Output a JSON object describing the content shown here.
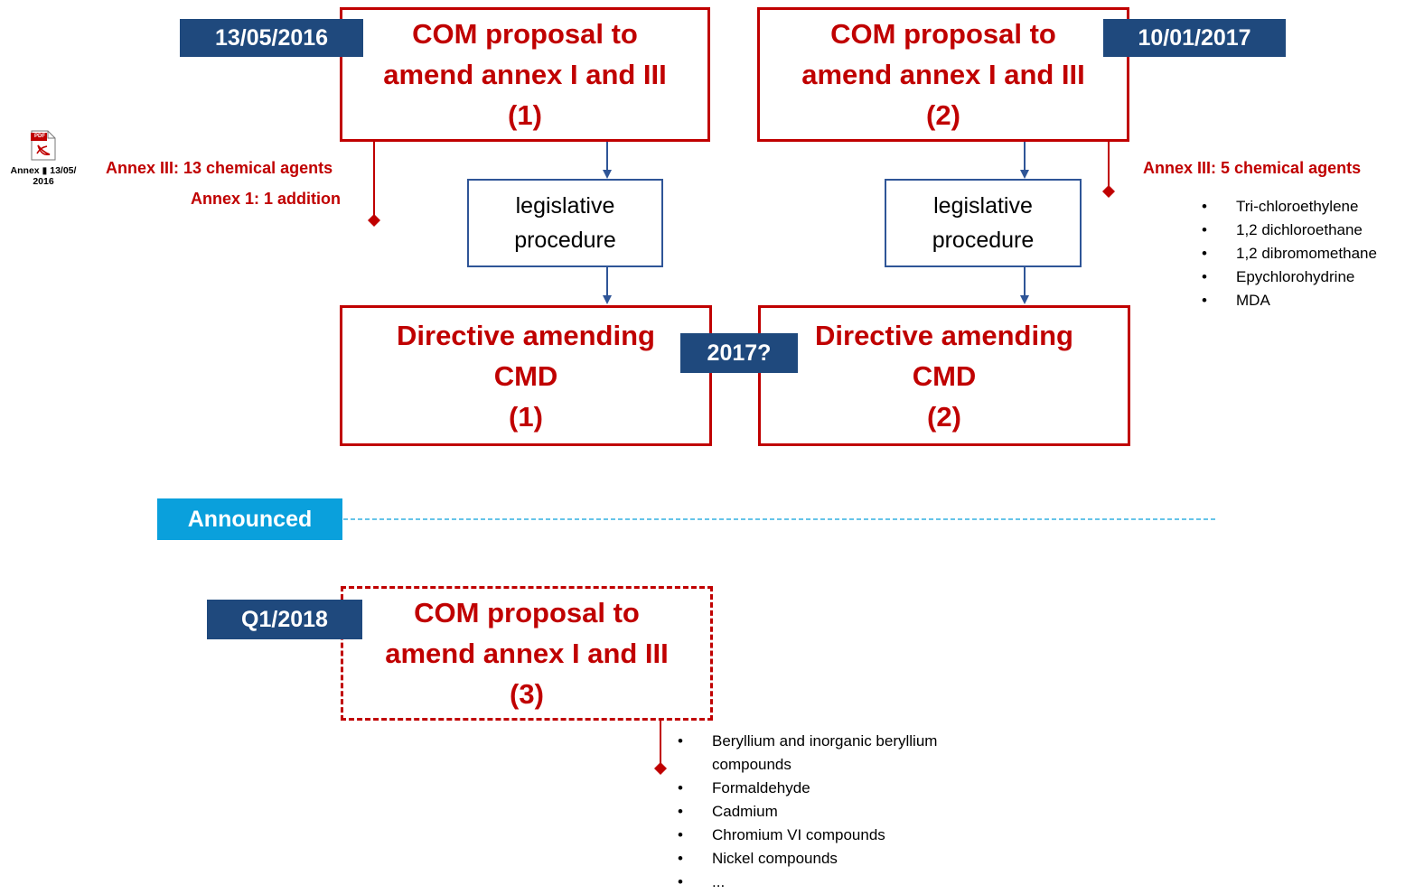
{
  "pdf_attachment": {
    "icon_label": "PDF",
    "caption_line1": "Annex ▮ 13/05/",
    "caption_line2": "2016"
  },
  "proposal_1": {
    "date": "13/05/2016",
    "title_line1": "COM proposal to",
    "title_line2": "amend annex I and III",
    "number": "(1)",
    "annex_iii_note": "Annex III: 13 chemical agents",
    "annex_i_note": "Annex 1: 1 addition",
    "procedure_line1": "legislative",
    "procedure_line2": "procedure",
    "directive_line1": "Directive amending",
    "directive_line2": "CMD",
    "directive_number": "(1)"
  },
  "proposal_2": {
    "date": "10/01/2017",
    "title_line1": "COM proposal to",
    "title_line2": "amend annex I and III",
    "number": "(2)",
    "annex_iii_note": "Annex III: 5 chemical agents",
    "agents": [
      "Tri-chloroethylene",
      "1,2 dichloroethane",
      "1,2 dibromomethane",
      "Epychlorohydrine",
      "MDA"
    ],
    "procedure_line1": "legislative",
    "procedure_line2": "procedure",
    "directive_line1": "Directive amending",
    "directive_line2": "CMD",
    "directive_number": "(2)"
  },
  "directive_date": "2017?",
  "announced_label": "Announced",
  "proposal_3": {
    "date": "Q1/2018",
    "title_line1": "COM proposal to",
    "title_line2": "amend annex I and III",
    "number": "(3)",
    "agents": [
      "Beryllium and inorganic beryllium compounds",
      "Formaldehyde",
      "Cadmium",
      "Chromium VI compounds",
      "Nickel compounds",
      "..."
    ]
  },
  "colors": {
    "red": "#c00000",
    "navy": "#1f497d",
    "arrow_blue": "#2f5597",
    "announced_blue": "#0aa0dc"
  }
}
